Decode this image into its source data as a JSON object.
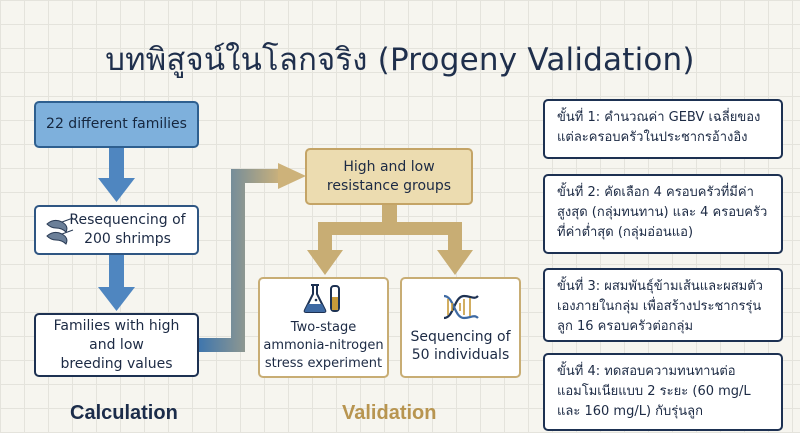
{
  "title": "บทพิสูจน์ในโลกจริง (Progeny Validation)",
  "flow": {
    "families": "22 different families",
    "reseq_line1": "Resequencing of",
    "reseq_line2": "200 shrimps",
    "high_line1": "Families with high",
    "high_line2": "and low",
    "high_line3": "breeding values",
    "groups_line1": "High and low",
    "groups_line2": "resistance groups",
    "stress_line1": "Two-stage",
    "stress_line2": "ammonia-nitrogen",
    "stress_line3": "stress experiment",
    "seq_line1": "Sequencing of",
    "seq_line2": "50 individuals"
  },
  "labels": {
    "calculation": "Calculation",
    "validation": "Validation"
  },
  "steps": [
    "ขั้นที่ 1: คำนวณค่า GEBV เฉลี่ยของแต่ละครอบครัวในประชากรอ้างอิง",
    "ขั้นที่ 2: คัดเลือก 4 ครอบครัวที่มีค่าสูงสุด (กลุ่มทนทาน) และ 4 ครอบครัวที่ค่าต่ำสุด (กลุ่มอ่อนแอ)",
    "ขั้นที่ 3: ผสมพันธุ์ข้ามเส้นและผสมตัวเองภายในกลุ่ม เพื่อสร้างประชากรรุ่นลูก 16 ครอบครัวต่อกลุ่ม",
    "ขั้นที่ 4: ทดสอบความทนทานต่อแอมโมเนียแบบ 2 ระยะ (60 mg/L และ 160 mg/L) กับรุ่นลูก"
  ],
  "icons": {
    "reseq": "shrimp-icon",
    "stress": "lab-flask-icon",
    "seq": "dna-icon"
  },
  "colors": {
    "navy": "#1d3152",
    "blue": "#4f86c0",
    "gold": "#c8ad74",
    "gold_dark": "#b89550"
  }
}
